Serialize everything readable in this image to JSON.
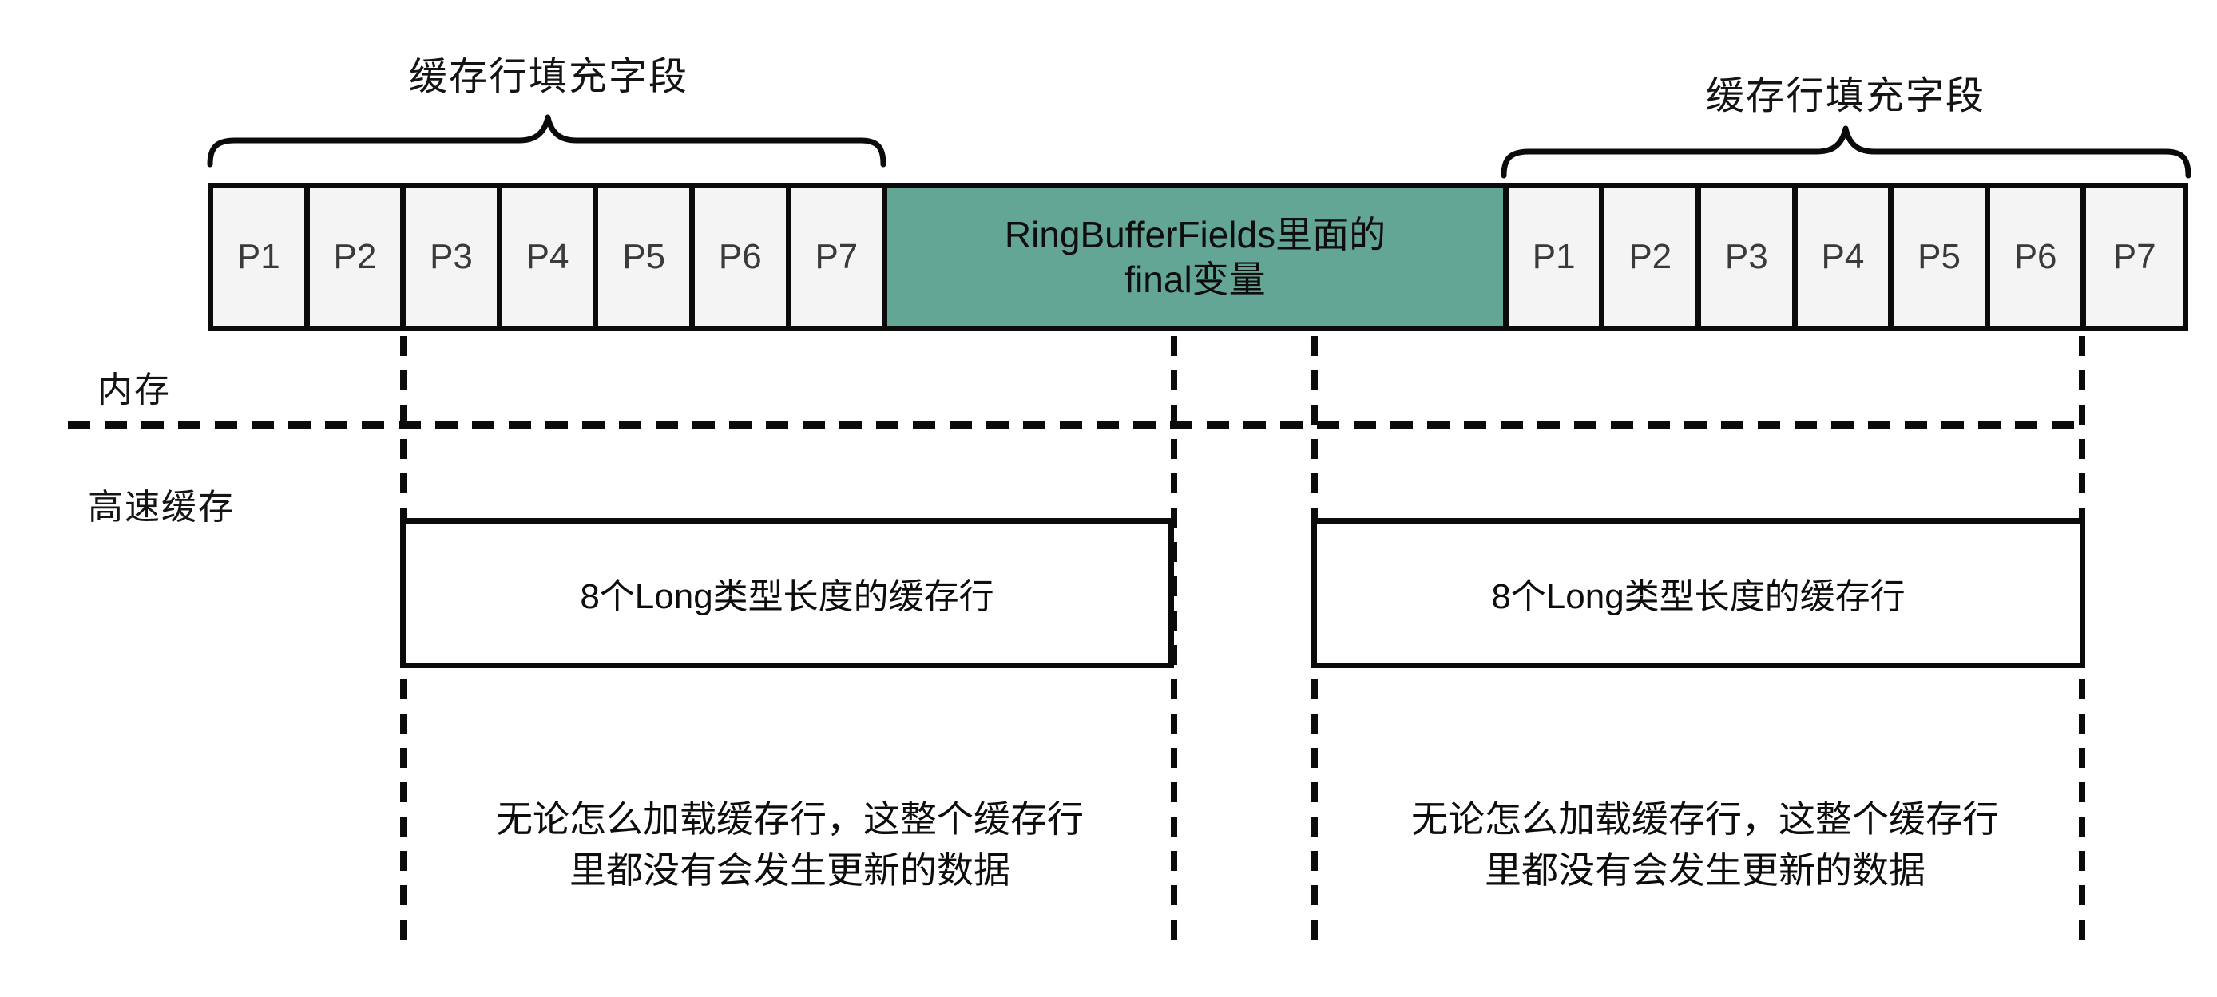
{
  "diagram_title_context": "cache line padding diagram",
  "colors": {
    "background": "#ffffff",
    "line": "#0b0b0b",
    "cell_fill": "#f4f4f5",
    "accent_green": "#63a695"
  },
  "top_labels": {
    "left": "缓存行填充字段",
    "right": "缓存行填充字段"
  },
  "memory_row": {
    "left_cells": [
      "P1",
      "P2",
      "P3",
      "P4",
      "P5",
      "P6",
      "P7"
    ],
    "center": {
      "line1": "RingBufferFields里面的",
      "line2": "final变量"
    },
    "right_cells": [
      "P1",
      "P2",
      "P3",
      "P4",
      "P5",
      "P6",
      "P7"
    ]
  },
  "section_labels": {
    "memory": "内存",
    "cache": "高速缓存"
  },
  "cache_lines": {
    "left": {
      "label": "8个Long类型长度的缓存行"
    },
    "right": {
      "label": "8个Long类型长度的缓存行"
    }
  },
  "notes": {
    "left": {
      "line1": "无论怎么加载缓存行，这整个缓存行",
      "line2": "里都没有会发生更新的数据"
    },
    "right": {
      "line1": "无论怎么加载缓存行，这整个缓存行",
      "line2": "里都没有会发生更新的数据"
    }
  }
}
